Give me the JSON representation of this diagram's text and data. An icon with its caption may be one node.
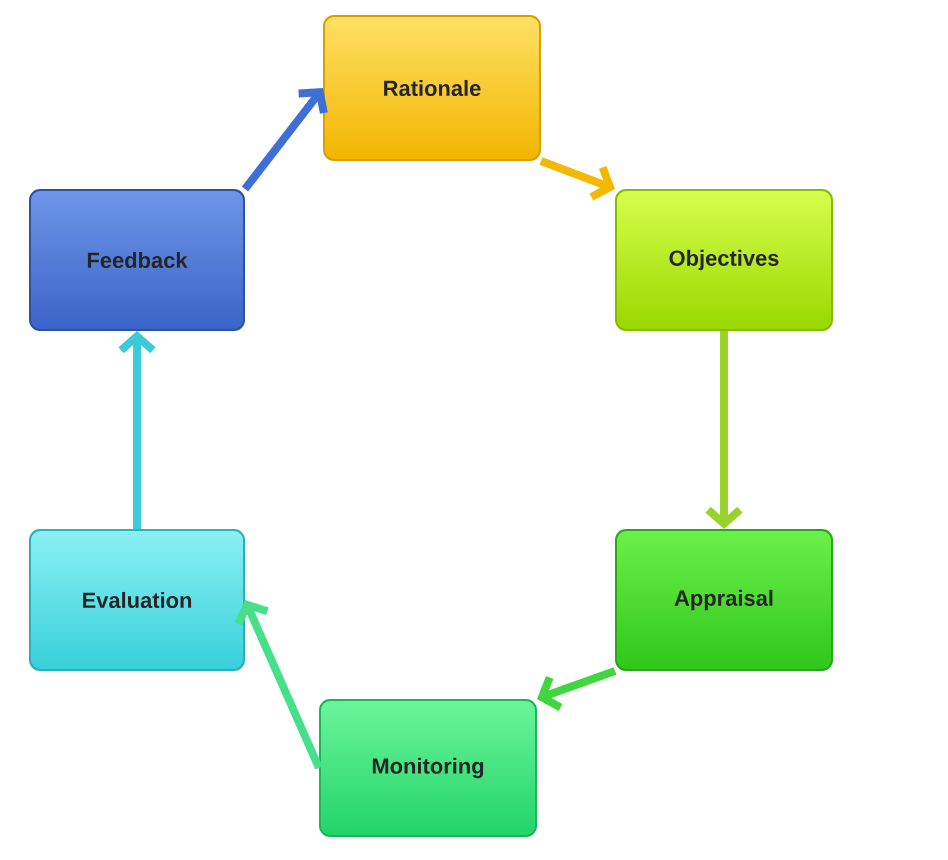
{
  "diagram": {
    "nodes": [
      {
        "text": [
          "Rationale"
        ]
      },
      {
        "text": [
          "Objectives"
        ]
      },
      {
        "text": [
          "Appraisal"
        ]
      },
      {
        "text": [
          "Monitoring"
        ]
      },
      {
        "text": [
          "Evaluation"
        ]
      },
      {
        "text": [
          "Feedback"
        ]
      }
    ],
    "edges": [
      {
        "from": 0,
        "to": 1,
        "arrow": "to",
        "color": "#f5b800"
      },
      {
        "from": 1,
        "to": 2,
        "arrow": "to",
        "color": "#9bd22a"
      },
      {
        "from": 2,
        "to": 3,
        "arrow": "to",
        "color": "#3fd63f"
      },
      {
        "from": 3,
        "to": 4,
        "arrow": "to",
        "color": "#46e08a"
      },
      {
        "from": 4,
        "to": 5,
        "arrow": "to",
        "color": "#3ccbd6"
      },
      {
        "from": 5,
        "to": 0,
        "arrow": "to",
        "color": "#3f6fd6"
      }
    ]
  }
}
